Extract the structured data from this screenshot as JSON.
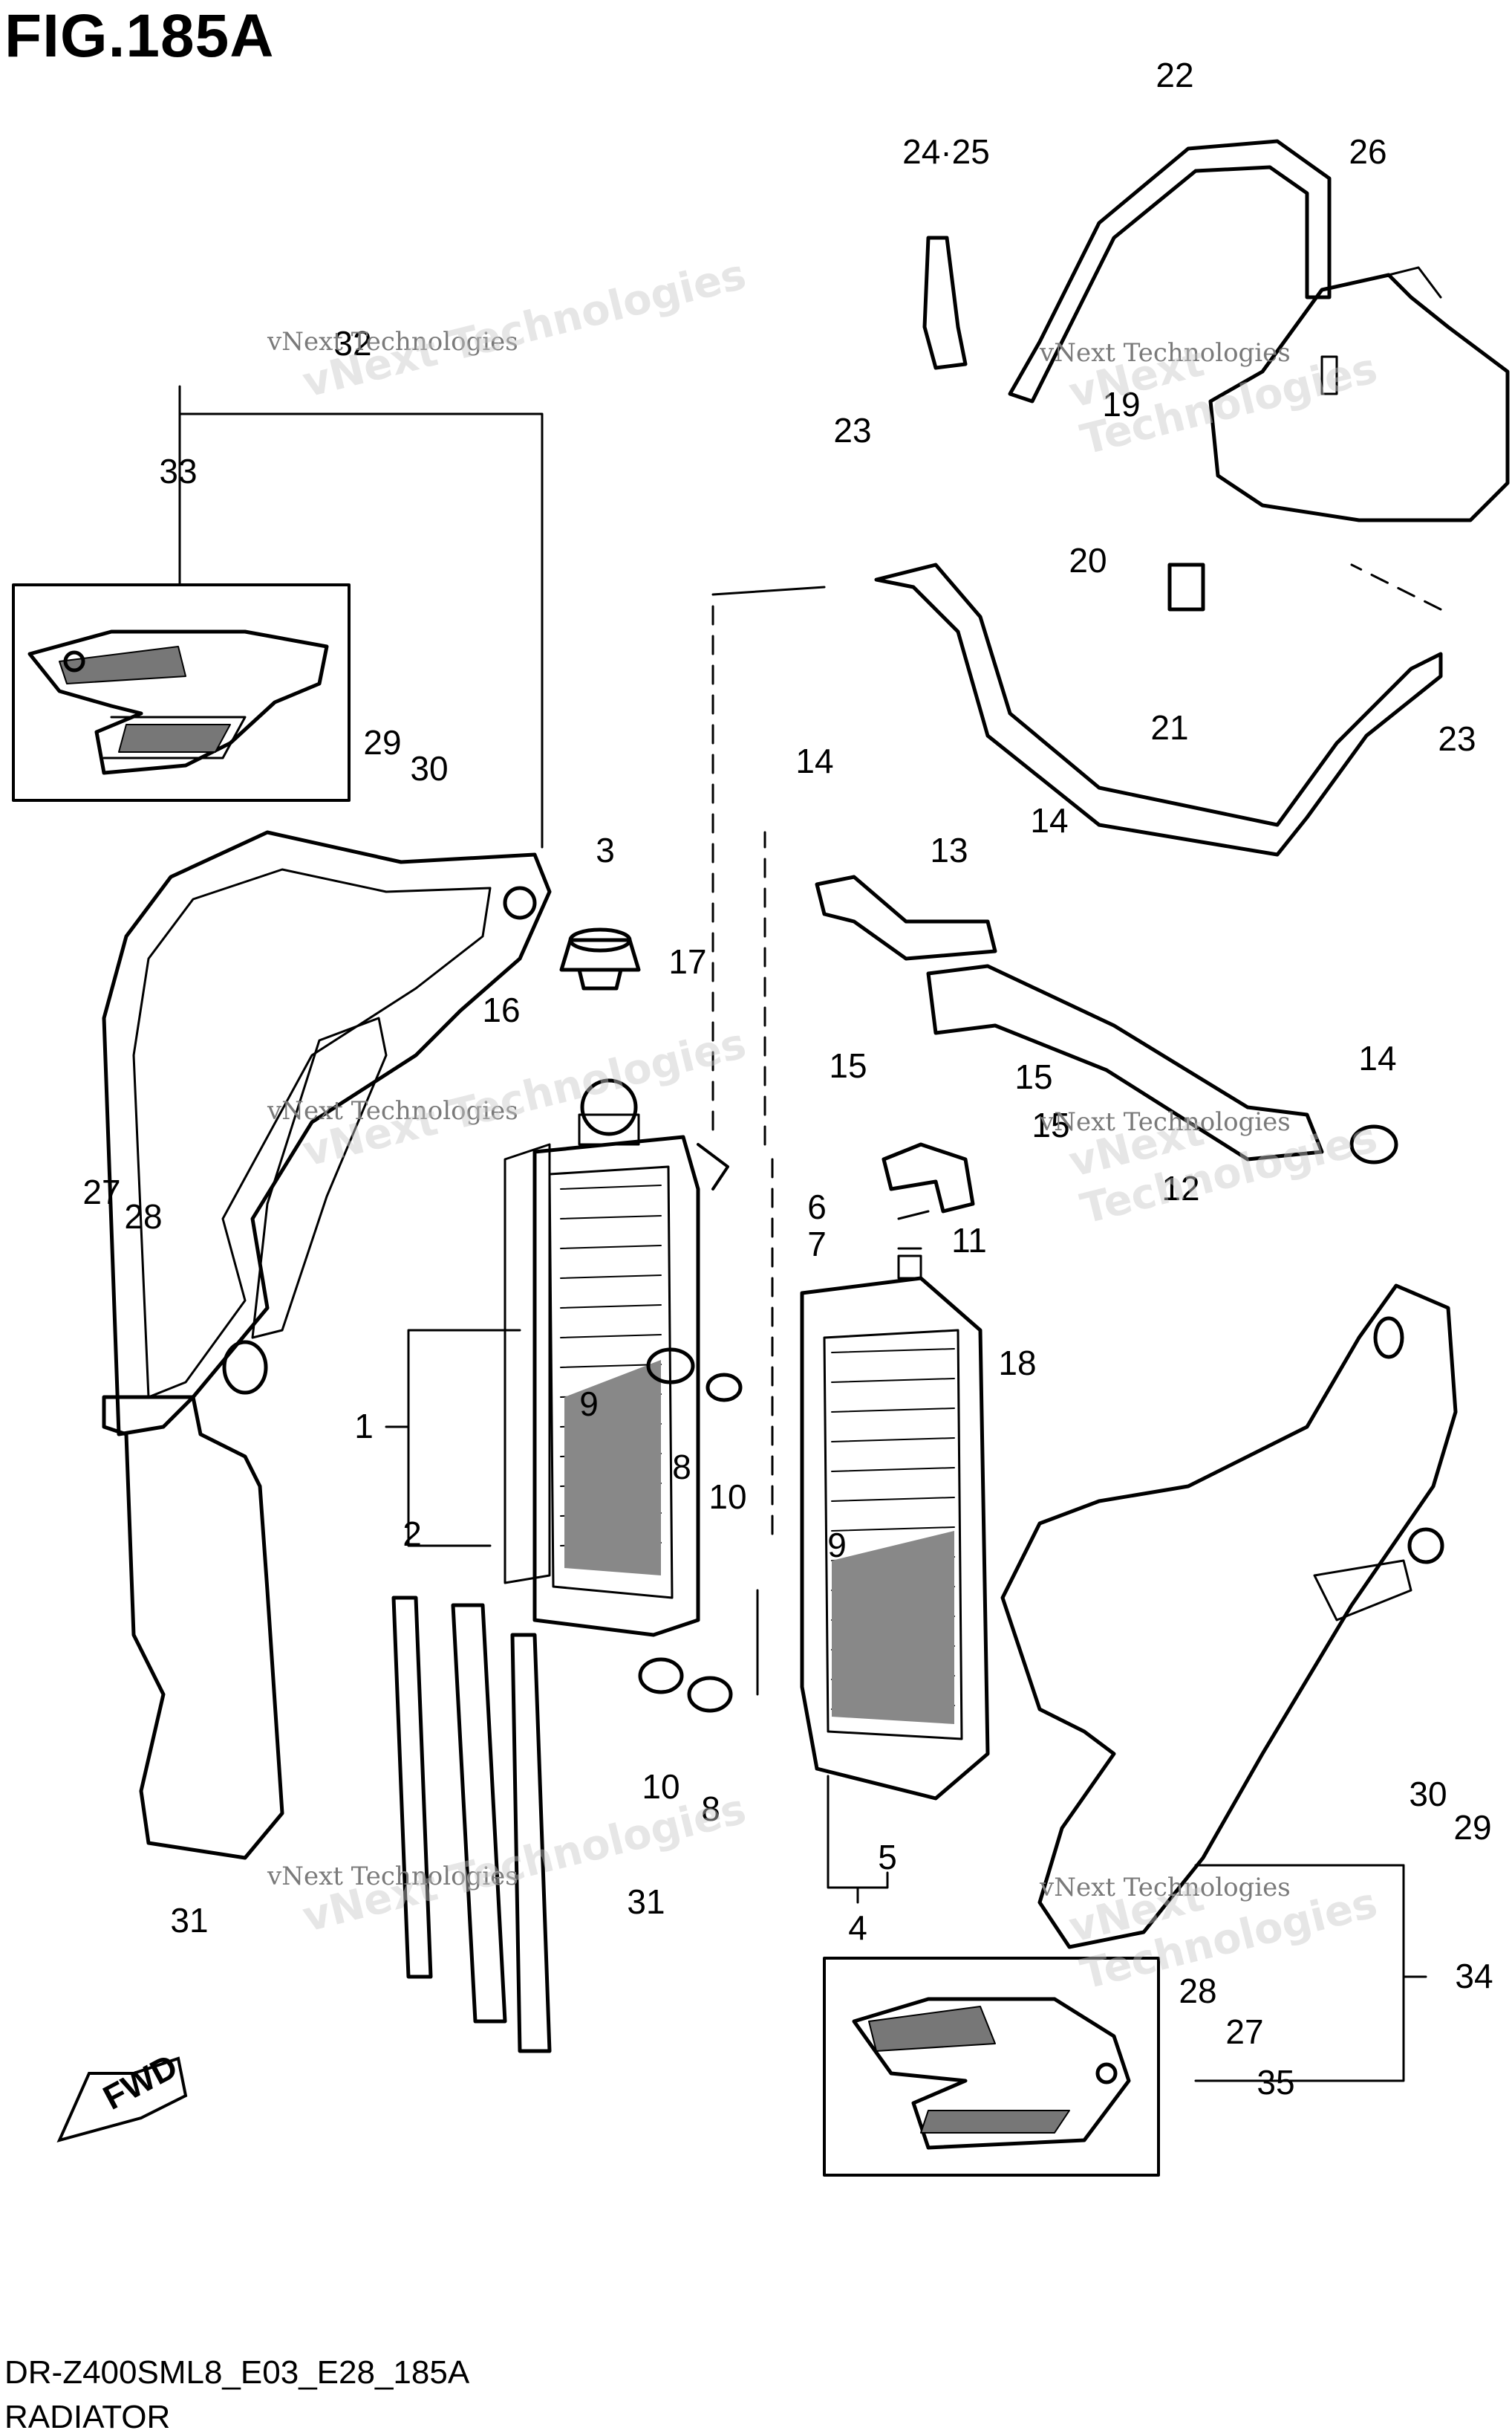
{
  "title": "FIG.185A",
  "footer": {
    "code": "DR-Z400SML8_E03_E28_185A",
    "name": "RADIATOR"
  },
  "watermark": {
    "line1": "vNext Technologies",
    "line2": "vNext Technologies"
  },
  "fwd_label": "FWD",
  "callouts": [
    {
      "id": "c1",
      "label": "1"
    },
    {
      "id": "c2",
      "label": "2"
    },
    {
      "id": "c3",
      "label": "3"
    },
    {
      "id": "c4",
      "label": "4"
    },
    {
      "id": "c5",
      "label": "5"
    },
    {
      "id": "c6",
      "label": "6"
    },
    {
      "id": "c7",
      "label": "7"
    },
    {
      "id": "c8a",
      "label": "8"
    },
    {
      "id": "c8b",
      "label": "8"
    },
    {
      "id": "c9a",
      "label": "9"
    },
    {
      "id": "c9b",
      "label": "9"
    },
    {
      "id": "c10a",
      "label": "10"
    },
    {
      "id": "c10b",
      "label": "10"
    },
    {
      "id": "c11",
      "label": "11"
    },
    {
      "id": "c12",
      "label": "12"
    },
    {
      "id": "c13",
      "label": "13"
    },
    {
      "id": "c14a",
      "label": "14"
    },
    {
      "id": "c14b",
      "label": "14"
    },
    {
      "id": "c14c",
      "label": "14"
    },
    {
      "id": "c15a",
      "label": "15"
    },
    {
      "id": "c15b",
      "label": "15"
    },
    {
      "id": "c15c",
      "label": "15"
    },
    {
      "id": "c16",
      "label": "16"
    },
    {
      "id": "c17",
      "label": "17"
    },
    {
      "id": "c18",
      "label": "18"
    },
    {
      "id": "c19",
      "label": "19"
    },
    {
      "id": "c20",
      "label": "20"
    },
    {
      "id": "c21",
      "label": "21"
    },
    {
      "id": "c22",
      "label": "22"
    },
    {
      "id": "c23a",
      "label": "23"
    },
    {
      "id": "c23b",
      "label": "23"
    },
    {
      "id": "c2425",
      "label": "24·25"
    },
    {
      "id": "c26",
      "label": "26"
    },
    {
      "id": "c27a",
      "label": "27"
    },
    {
      "id": "c27b",
      "label": "27"
    },
    {
      "id": "c28a",
      "label": "28"
    },
    {
      "id": "c28b",
      "label": "28"
    },
    {
      "id": "c29a",
      "label": "29"
    },
    {
      "id": "c29b",
      "label": "29"
    },
    {
      "id": "c30a",
      "label": "30"
    },
    {
      "id": "c30b",
      "label": "30"
    },
    {
      "id": "c31a",
      "label": "31"
    },
    {
      "id": "c31b",
      "label": "31"
    },
    {
      "id": "c32",
      "label": "32"
    },
    {
      "id": "c33",
      "label": "33"
    },
    {
      "id": "c34",
      "label": "34"
    },
    {
      "id": "c35",
      "label": "35"
    }
  ]
}
